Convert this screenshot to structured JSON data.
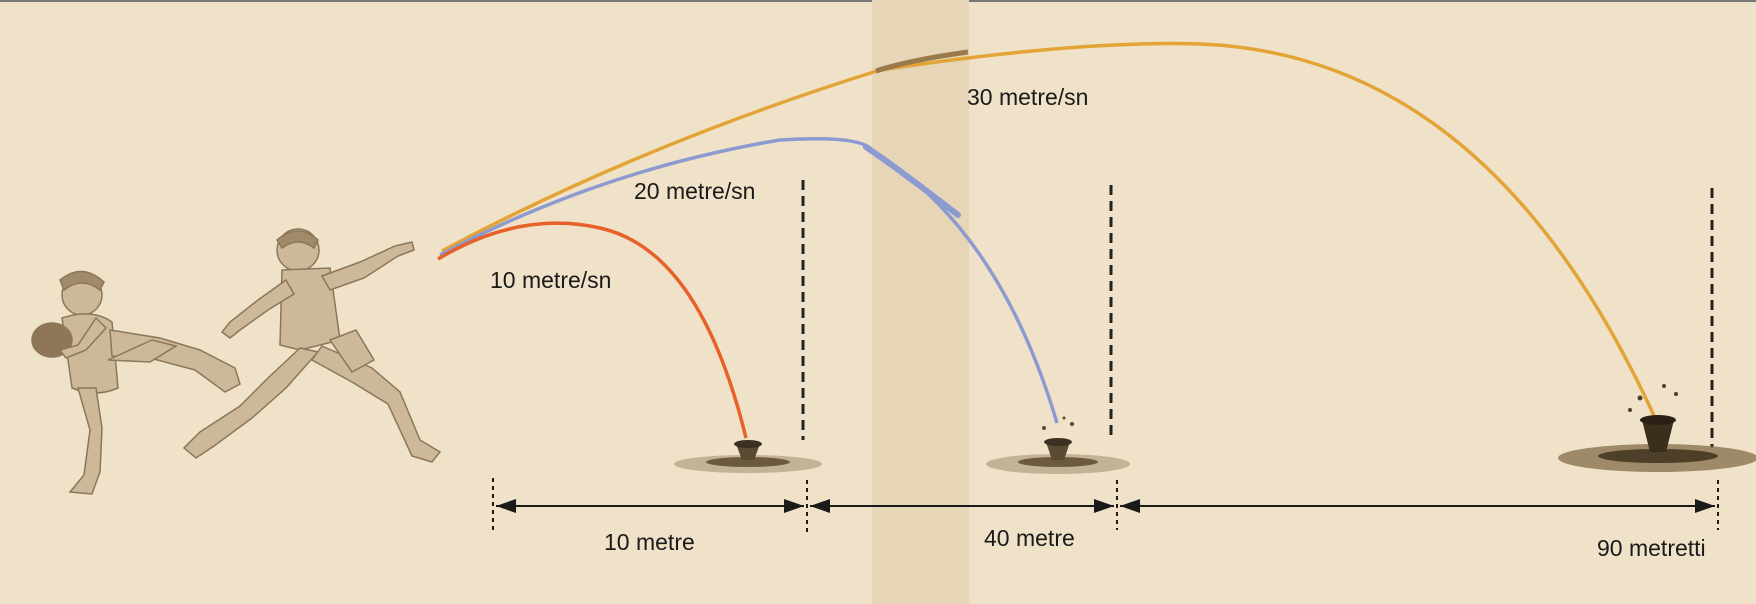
{
  "colors": {
    "background": "#efe2c8",
    "trajectory_10": "#e8602a",
    "trajectory_20": "#8c9ad0",
    "trajectory_30": "#e3a437",
    "splash": "#6b5a40",
    "figure": "#cdb89a",
    "dashed_line": "#222222"
  },
  "trajectories": [
    {
      "speed_label": "10 metre/sn"
    },
    {
      "speed_label": "20 metre/sn"
    },
    {
      "speed_label": "30 metre/sn"
    }
  ],
  "distances": [
    {
      "label": "10 metre"
    },
    {
      "label": "40 metre"
    },
    {
      "label": "90 metretti"
    }
  ],
  "icons": [
    "boy-with-ball-icon",
    "throwing-boy-icon",
    "water-splash-icon"
  ]
}
